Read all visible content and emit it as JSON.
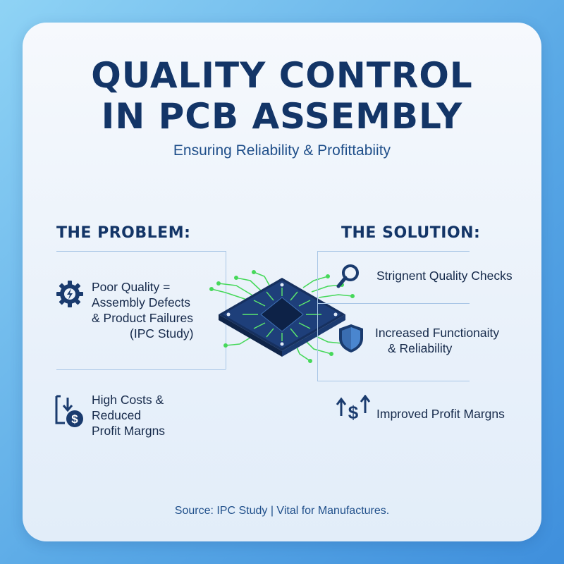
{
  "title": {
    "line1": "QUALITY CONTROL",
    "line2": "IN PCB ASSEMBLY"
  },
  "subtitle": "Ensuring Reliability & Profittabiity",
  "problem": {
    "heading": "THE PROBLEM:",
    "items": [
      {
        "lines": [
          "Poor Quality =",
          "Assembly Defects",
          "& Product Failures",
          "(IPC Study)"
        ],
        "icon": "gear-lightning-icon"
      },
      {
        "lines": [
          "High Costs &",
          "Reduced",
          "Profit Margns"
        ],
        "icon": "cost-down-dollar-icon"
      }
    ]
  },
  "solution": {
    "heading": "THE SOLUTION:",
    "items": [
      {
        "lines": [
          "Strignent Quality Checks"
        ],
        "icon": "magnifier-icon"
      },
      {
        "lines": [
          "Increased Functionaity",
          "& Reliability"
        ],
        "icon": "shield-icon"
      },
      {
        "lines": [
          "Improved Profit Margns"
        ],
        "icon": "dollar-arrows-up-icon"
      }
    ]
  },
  "footer": "Source: IPC Study | Vital for Manufactures.",
  "colors": {
    "navy": "#133567",
    "accent_green": "#46d85a",
    "chip_blue": "#1e3f7a"
  }
}
